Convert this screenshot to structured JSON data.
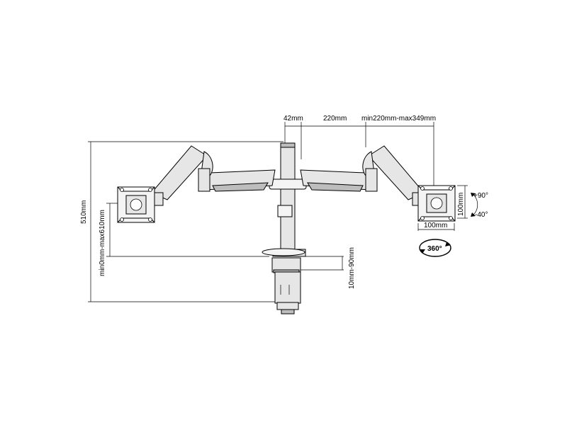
{
  "dimensions": {
    "pole_offset": "42mm",
    "inner_arm": "220mm",
    "outer_arm": "min220mm-max349mm",
    "total_height": "510mm",
    "mount_height": "min0mm-max610mm",
    "desk_thickness": "10mm-90mm",
    "vesa_vertical": "100mm",
    "vesa_horizontal": "100mm",
    "tilt_up": "+90°",
    "tilt_down": "-40°",
    "rotation": "360°"
  },
  "colors": {
    "line": "#000000",
    "part_fill": "#e6e6e6",
    "part_shade": "#bdbdbd"
  }
}
